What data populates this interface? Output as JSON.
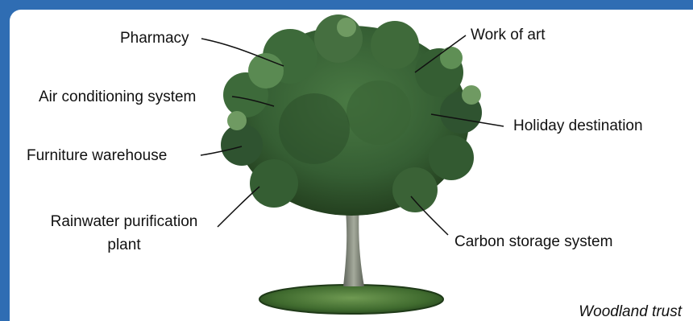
{
  "labels": {
    "pharmacy": "Pharmacy",
    "work_of_art": "Work of art",
    "air_conditioning": "Air conditioning system",
    "holiday_destination": "Holiday destination",
    "furniture_warehouse": "Furniture warehouse",
    "rainwater_line1": "Rainwater purification",
    "rainwater_line2": "plant",
    "carbon_storage": "Carbon storage system"
  },
  "credit": "Woodland trust",
  "colors": {
    "frame": "#2f6db3",
    "foliage_dark": "#2f4f2a",
    "foliage_mid": "#3f6b3a",
    "foliage_light": "#6f9a62",
    "trunk": "#7f8579",
    "ground": "#4e7a3a"
  }
}
